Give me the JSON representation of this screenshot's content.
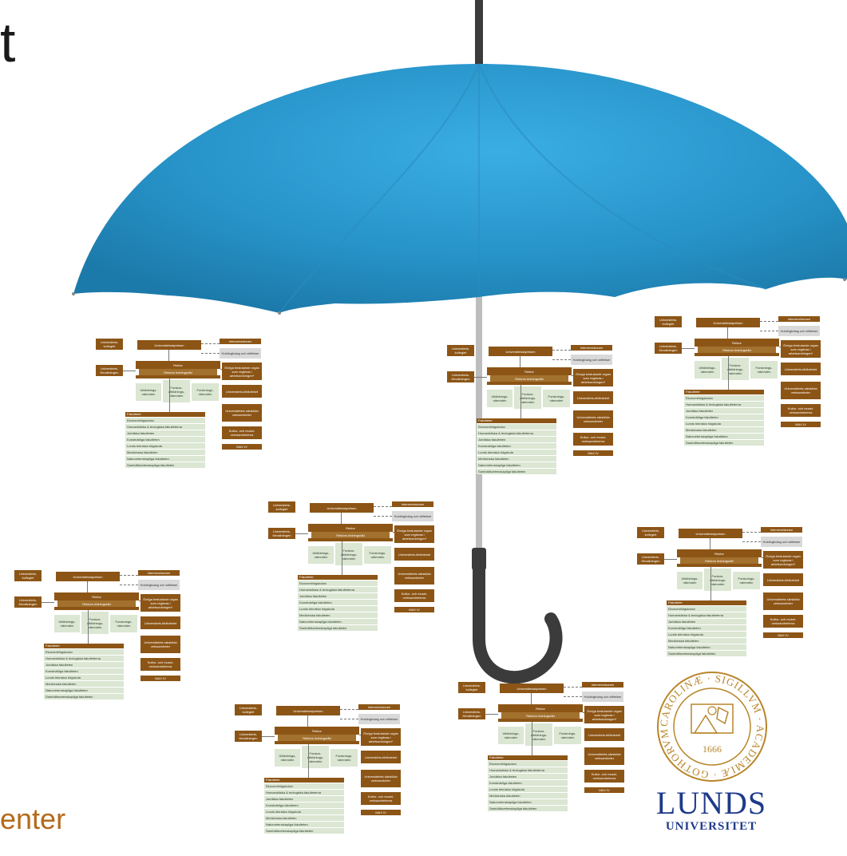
{
  "slide": {
    "title_fragment": "t",
    "bottom_fragment": "enter"
  },
  "umbrella": {
    "canopy_color": "#2b98cf",
    "shaft_color": "#b8b8b8",
    "handle_color": "#3b3b3b"
  },
  "org_chart": {
    "universitetsstyrelsen": "Universitetsstyrelsen",
    "universitetskollegiet": "Universitets-kollegiet",
    "internrevisionen": "Internrevisionen",
    "holdingbolag": "Holdingbolag och stiftelser",
    "universitetsforvaltningen": "Universitets-förvaltningen",
    "rektor": "Rektor",
    "rektors_ledningsrad": "Rektors ledningsråd",
    "utbildningsnamnden": "Utbildnings-nämnden",
    "forskarutbildningsnamnden": "Forskar-utbildnings-nämnden",
    "forskningsnamnden": "Forsknings-nämnden",
    "ovriga_organ": "Övriga beslutande organ som regleras i arbetsordningen*",
    "universitetsbiblioteket": "Universitets-biblioteket",
    "sarskilda_verksamheter": "Universitetets särskilda verksamheter",
    "kultur_och_museiverksamheterna": "Kultur- och musei-verksamheterna",
    "max_iv": "MAX IV",
    "fakulteter_header": "Fakulteter",
    "fakulteter": [
      "Ekonomihögskolan",
      "Humanistiska & teologiska fakulteterna",
      "Juridiska fakulteten",
      "Konstnärliga fakulteten",
      "Lunds tekniska högskola",
      "Medicinska fakulteten",
      "Naturvetenskapliga fakulteten",
      "Samhällsvetenskapliga fakulteten"
    ]
  },
  "seal": {
    "ring_text": "CAROLINÆ · SIGILLVM · ACADEMIÆ · GOTHORVM",
    "year": "1666",
    "wordmark": "LUNDS",
    "submark": "UNIVERSITET",
    "color": "#1e3a8a",
    "gold": "#b8862a"
  }
}
